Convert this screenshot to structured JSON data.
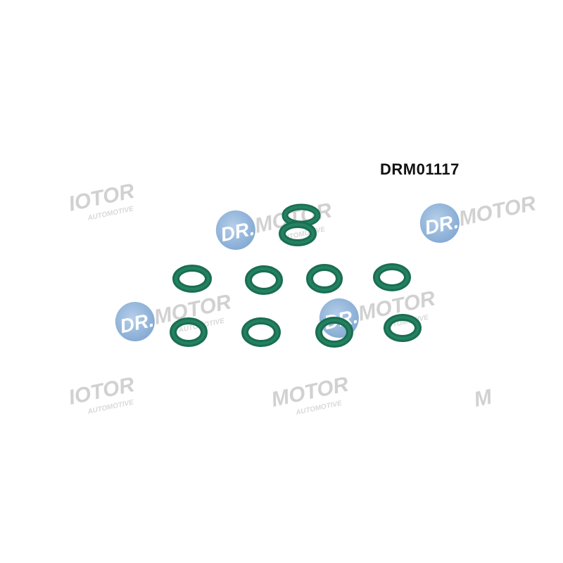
{
  "product": {
    "part_number": "DRM01117",
    "ring_color": "#1f7f5e"
  },
  "watermark": {
    "brand_prefix": "DR.",
    "brand_word": "MOTOR",
    "brand_sub": "AUTOMOTIVE",
    "text_color": "#c9c9c9",
    "badge_color": "#7aa7d6"
  }
}
